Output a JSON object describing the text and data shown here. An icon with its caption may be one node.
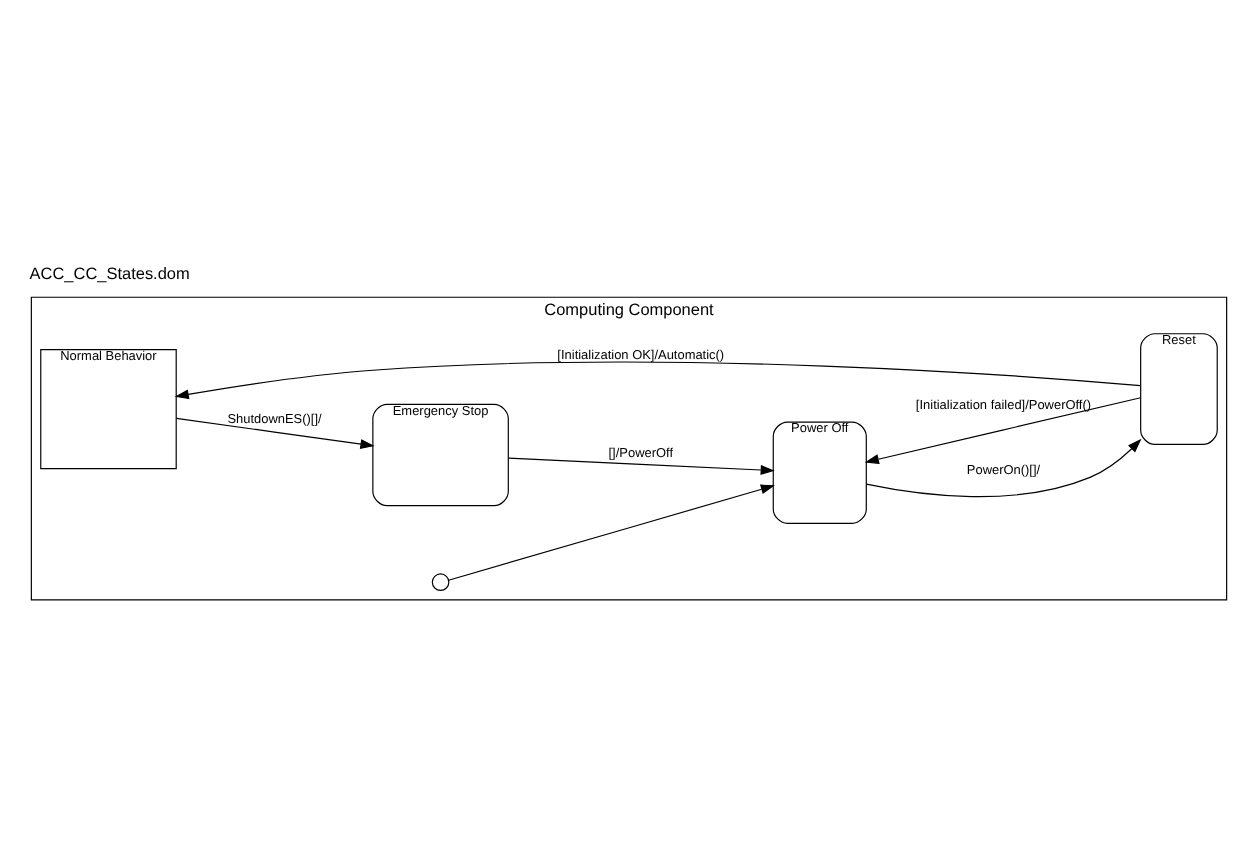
{
  "diagram": {
    "title": "ACC_CC_States.dom",
    "nodes": [
      {
        "text": [
          "Computing Component"
        ]
      },
      {
        "text": [
          "Normal Behavior"
        ],
        "in": 0
      },
      {
        "text": [
          "Reset"
        ],
        "in": 0
      },
      {
        "text": [
          "Emergency Stop"
        ],
        "in": 0
      },
      {
        "text": [
          "Power Off"
        ],
        "in": 0
      },
      {
        "text": [],
        "shape": "circle",
        "in": 0
      }
    ],
    "edges": [
      {
        "from": 2,
        "to": 1,
        "arrow": "to",
        "label": "[Initialization OK]/Automatic()"
      },
      {
        "from": 2,
        "to": 4,
        "arrow": "to",
        "label": "[Initialization failed]/PowerOff()"
      },
      {
        "from": 4,
        "to": 2,
        "arrow": "to",
        "label": "PowerOn()[]/"
      },
      {
        "from": 1,
        "to": 3,
        "arrow": "to",
        "label": "ShutdownES()[]/"
      },
      {
        "from": 3,
        "to": 4,
        "arrow": "to",
        "label": "[]/PowerOff"
      },
      {
        "from": 5,
        "to": 4,
        "arrow": "to"
      }
    ]
  }
}
